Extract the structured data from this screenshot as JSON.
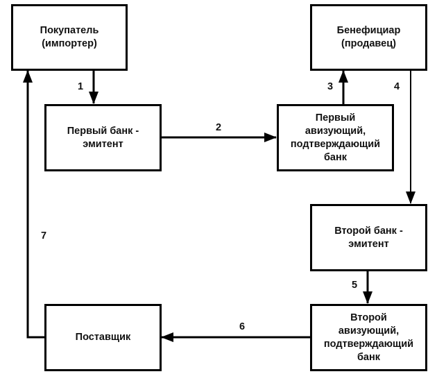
{
  "nodes": {
    "buyer": "Покупатель\n(импортер)",
    "first_issuing_bank": "Первый банк  -\nэмитент",
    "first_advising_bank": "Первый\nавизующий,\nподтверждающий\nбанк",
    "beneficiary": "Бенефициар\n(продавец)",
    "second_issuing_bank": "Второй банк -\nэмитент",
    "second_advising_bank": "Второй\nавизующий,\nподтверждающий\nбанк",
    "supplier": "Поставщик"
  },
  "edges": [
    {
      "label": "1",
      "from": "buyer",
      "to": "first_issuing_bank"
    },
    {
      "label": "2",
      "from": "first_issuing_bank",
      "to": "first_advising_bank"
    },
    {
      "label": "3",
      "from": "first_advising_bank",
      "to": "beneficiary"
    },
    {
      "label": "4",
      "from": "beneficiary",
      "to": "second_issuing_bank"
    },
    {
      "label": "5",
      "from": "second_issuing_bank",
      "to": "second_advising_bank"
    },
    {
      "label": "6",
      "from": "second_advising_bank",
      "to": "supplier"
    },
    {
      "label": "7",
      "from": "supplier",
      "to": "buyer"
    }
  ],
  "colors": {
    "stroke": "#000000",
    "background": "#ffffff"
  }
}
